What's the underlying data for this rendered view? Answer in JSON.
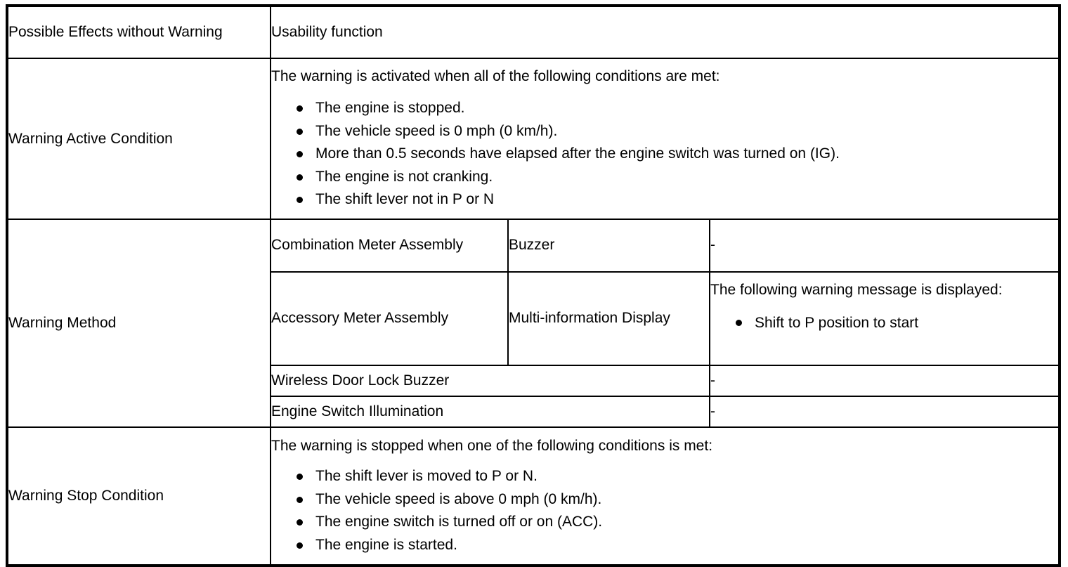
{
  "table": {
    "rows": [
      {
        "label": "Possible Effects without Warning",
        "value": "Usability function"
      },
      {
        "label": "Warning Active Condition",
        "intro": "The warning is activated when all of the following conditions are met:",
        "bullets": [
          "The engine is stopped.",
          "The vehicle speed is 0 mph (0 km/h).",
          "More than 0.5 seconds have elapsed after the engine switch was turned on (IG).",
          "The engine is not cranking.",
          "The shift lever not in P or N"
        ]
      },
      {
        "label": "Warning Method",
        "methods": [
          {
            "device": "Combination Meter Assembly",
            "kind": "Buzzer",
            "value": "-"
          },
          {
            "device": "Accessory Meter Assembly",
            "kind": "Multi-information Display",
            "value_intro": "The following warning message is displayed:",
            "value_bullets": [
              "Shift to P position to start"
            ]
          },
          {
            "device": "Wireless Door Lock Buzzer",
            "value": "-"
          },
          {
            "device": "Engine Switch Illumination",
            "value": "-"
          }
        ]
      },
      {
        "label": "Warning Stop Condition",
        "intro": "The warning is stopped when one of the following conditions is met:",
        "bullets": [
          "The shift lever is moved to P or N.",
          "The vehicle speed is above 0 mph (0 km/h).",
          "The engine switch is turned off or on (ACC).",
          "The engine is started."
        ]
      }
    ]
  },
  "colors": {
    "border": "#000000",
    "text": "#000000",
    "background": "#ffffff"
  }
}
